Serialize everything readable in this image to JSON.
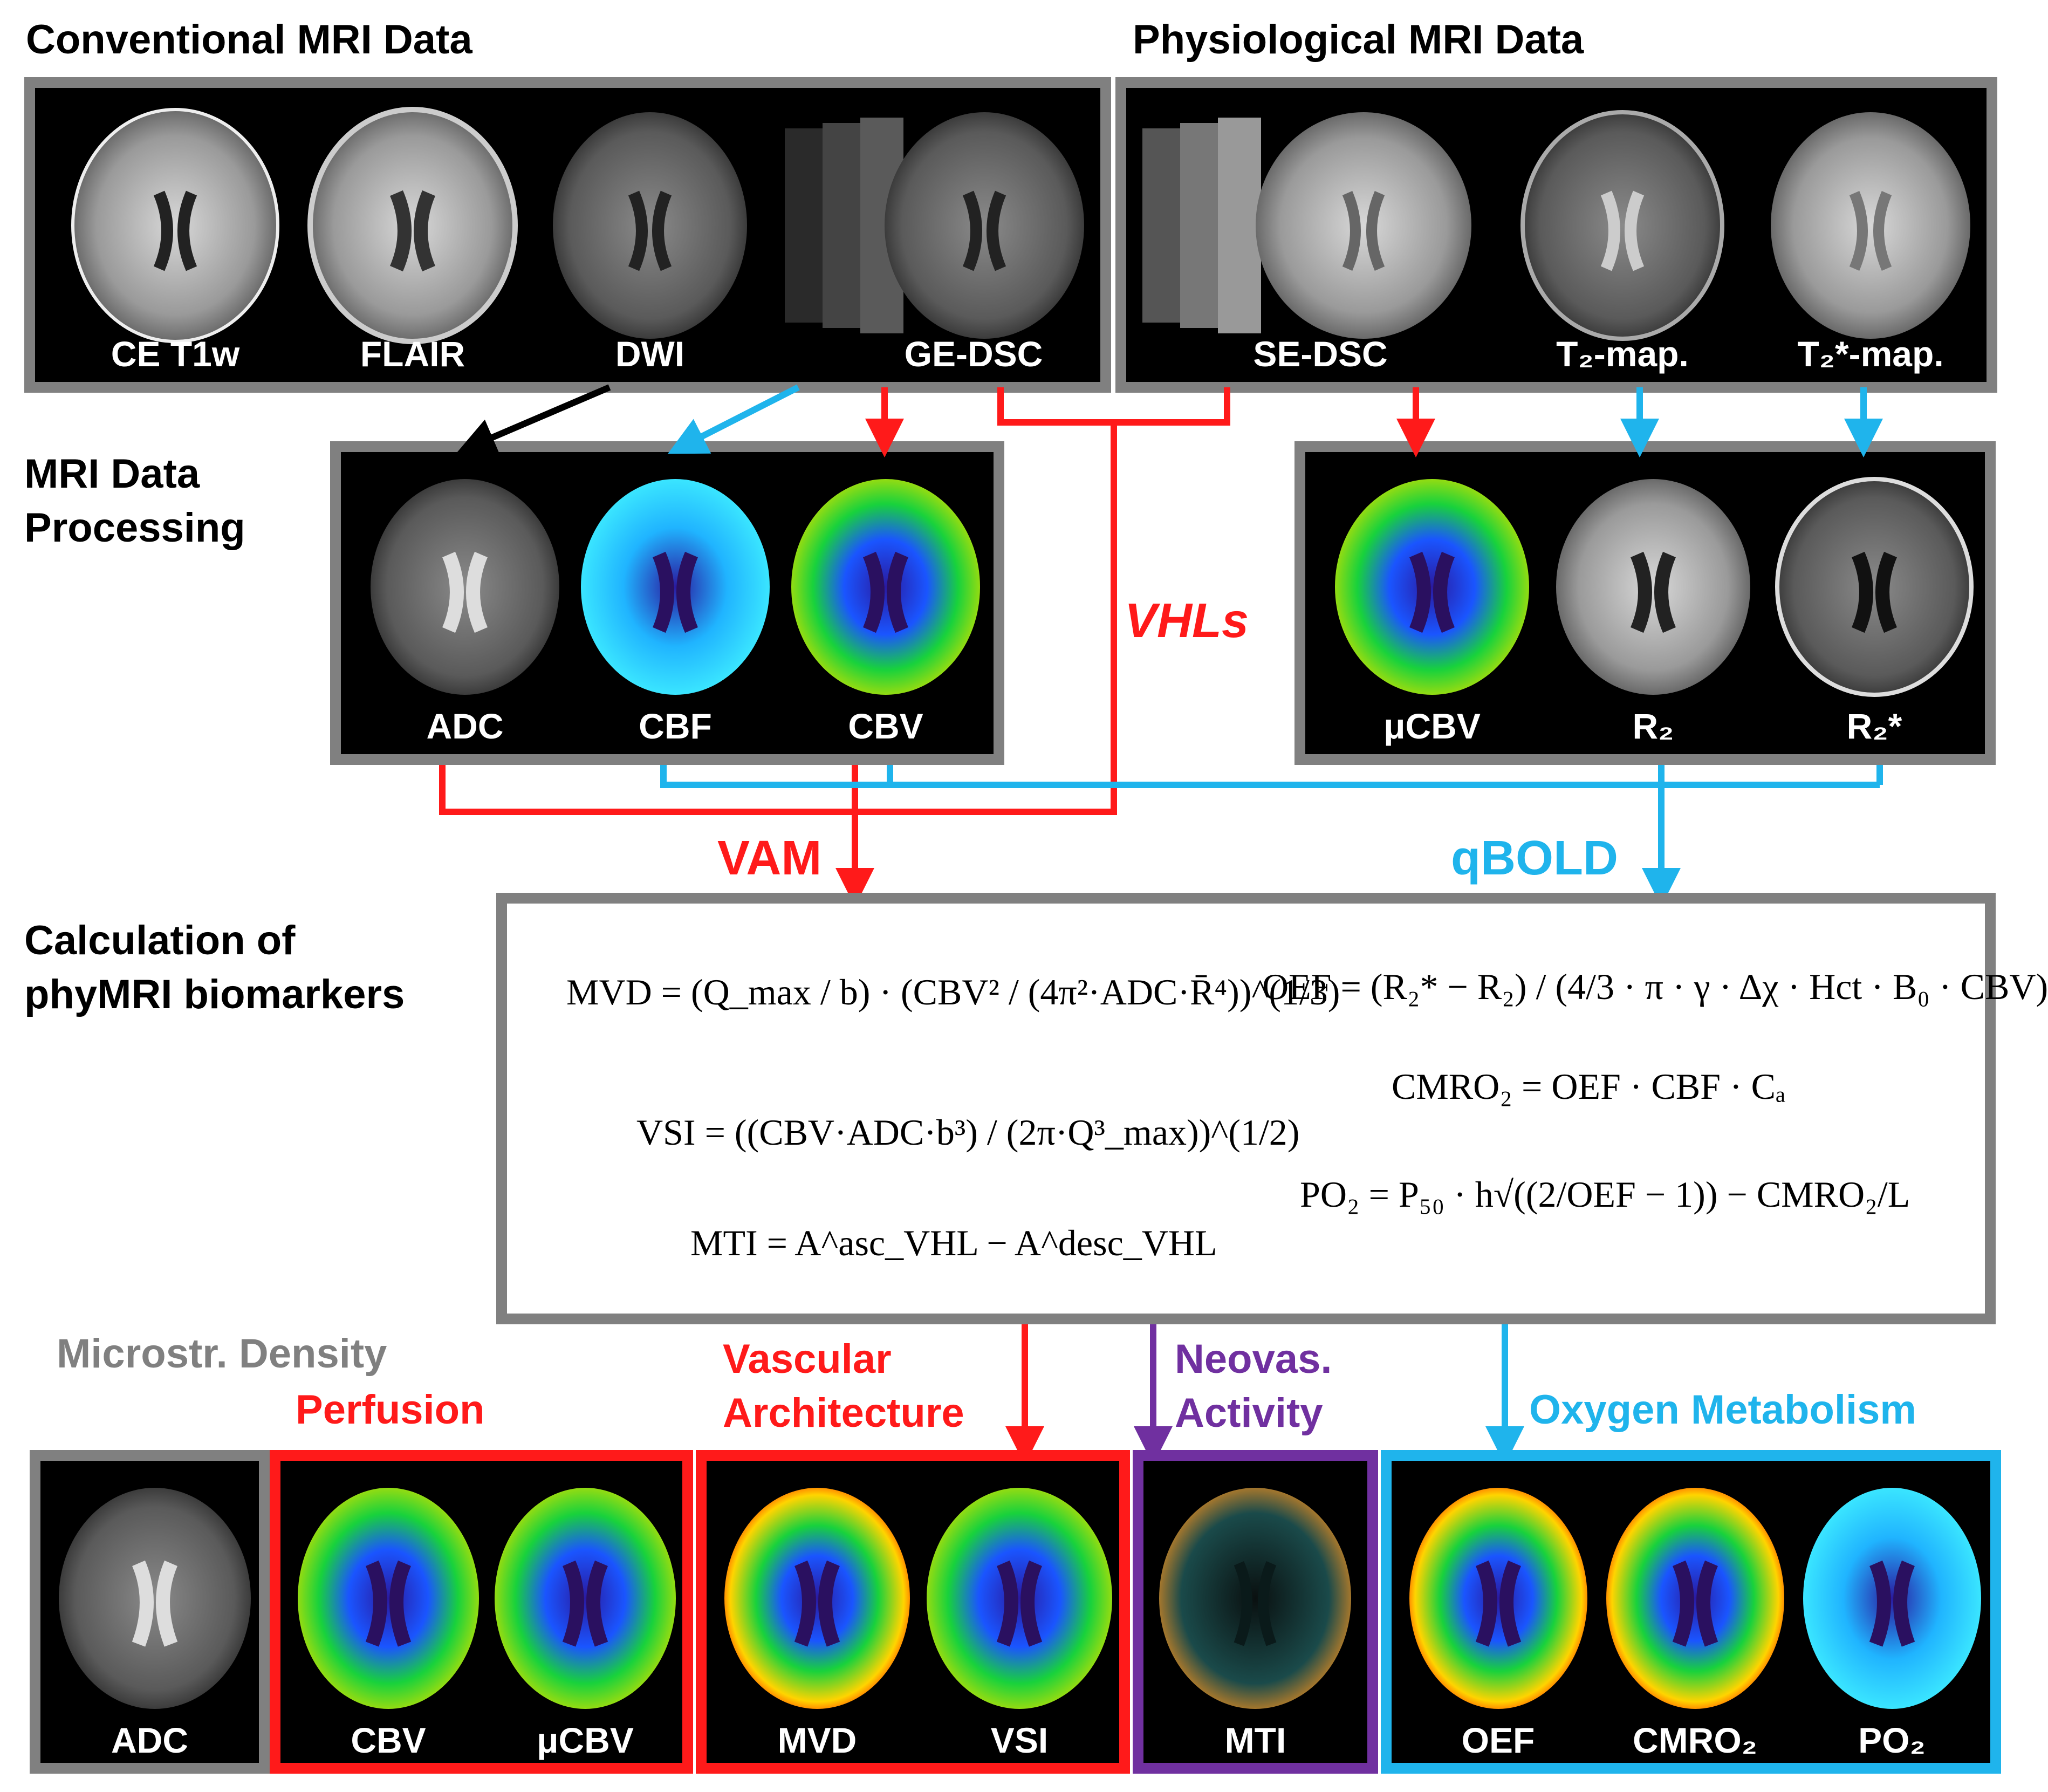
{
  "sections": {
    "conventional": "Conventional MRI Data",
    "physiological": "Physiological MRI Data",
    "processing_line1": "MRI Data",
    "processing_line2": "Processing",
    "calc_line1": "Calculation of",
    "calc_line2": "phyMRI biomarkers"
  },
  "conventional_images": [
    "CE T1w",
    "FLAIR",
    "DWI",
    "GE-DSC"
  ],
  "physiological_images": [
    "SE-DSC",
    "T₂-map.",
    "T₂*-map."
  ],
  "processing_left": [
    "ADC",
    "CBF",
    "CBV"
  ],
  "processing_right": [
    "μCBV",
    "R₂",
    "R₂*"
  ],
  "flow_labels": {
    "vhls": "VHLs",
    "vam": "VAM",
    "qbold": "qBOLD"
  },
  "equations": {
    "mvd": "MVD = (Q_max / b) · (CBV² / (4π²·ADC·R̄⁴))^(1/3)",
    "vsi": "VSI = ((CBV·ADC·b³) / (2π·Q³_max))^(1/2)",
    "mti": "MTI = A^asc_VHL − A^desc_VHL",
    "oef": "OEF = (R₂* − R₂) / (4/3 · π · γ · Δχ · Hct · B₀ · CBV)",
    "cmro2": "CMRO₂ = OEF · CBF · Cₐ",
    "po2": "PO₂ = P₅₀ · h√((2/OEF − 1)) − CMRO₂/L"
  },
  "biomarker_groups": [
    {
      "title": "Microstr. Density",
      "color": "#808080",
      "images": [
        "ADC"
      ]
    },
    {
      "title": "Perfusion",
      "color": "#ff1a1a",
      "images": [
        "CBV",
        "μCBV"
      ]
    },
    {
      "title": "Vascular Architecture",
      "color": "#ff1a1a",
      "images": [
        "MVD",
        "VSI"
      ]
    },
    {
      "title": "Neovas. Activity",
      "color": "#7030a0",
      "images": [
        "MTI"
      ]
    },
    {
      "title": "Oxygen Metabolism",
      "color": "#1fb4ec",
      "images": [
        "OEF",
        "CMRO₂",
        "PO₂"
      ]
    }
  ],
  "colors": {
    "red": "#ff1a1a",
    "blue": "#1fb4ec",
    "purple": "#7030a0",
    "gray": "#808080",
    "black": "#000000"
  }
}
